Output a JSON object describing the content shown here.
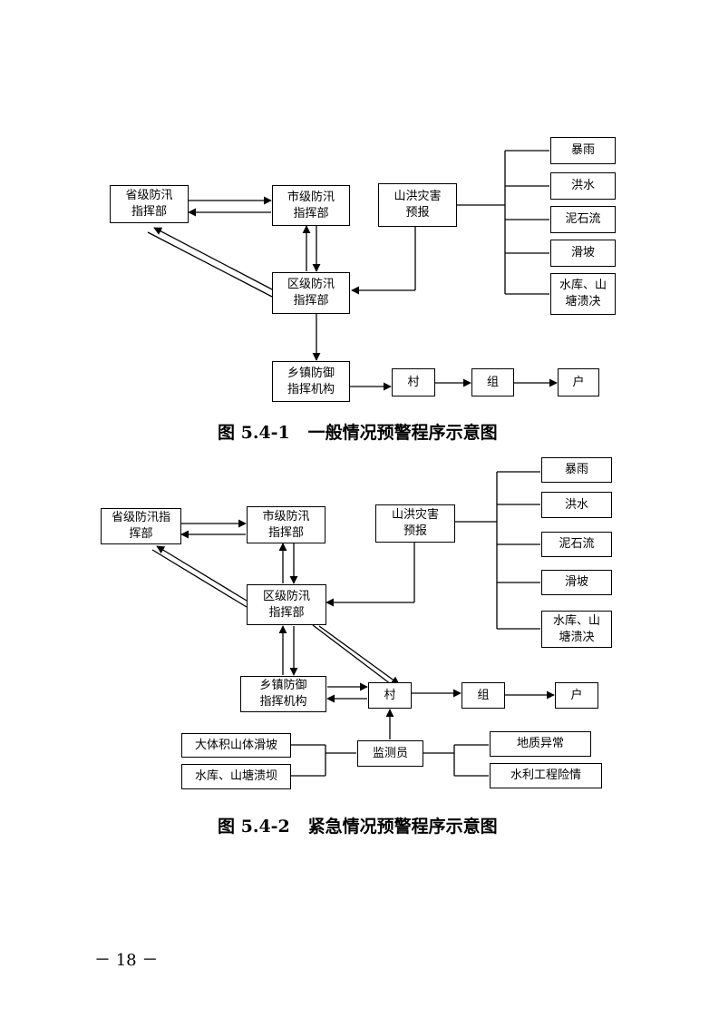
{
  "figure1": {
    "caption": "图 5.4-1   一般情况预警程序示意图",
    "nodes": {
      "province": "省级防汛\n指挥部",
      "city": "市级防汛\n指挥部",
      "district": "区级防汛\n指挥部",
      "town": "乡镇防御\n指挥机构",
      "village": "村",
      "group": "组",
      "household": "户",
      "forecast": "山洪灾害\n预报",
      "rainstorm": "暴雨",
      "flood": "洪水",
      "debris": "泥石流",
      "landslide": "滑坡",
      "reservoir": "水库、山\n塘溃决"
    }
  },
  "figure2": {
    "caption": "图 5.4-2   紧急情况预警程序示意图",
    "nodes": {
      "province": "省级防汛指\n挥部",
      "city": "市级防汛\n指挥部",
      "district": "区级防汛\n指挥部",
      "town": "乡镇防御\n指挥机构",
      "village": "村",
      "group": "组",
      "household": "户",
      "forecast": "山洪灾害\n预报",
      "rainstorm": "暴雨",
      "flood": "洪水",
      "debris": "泥石流",
      "landslide": "滑坡",
      "reservoir": "水库、山\n塘溃决",
      "monitor": "监测员",
      "big_landslide": "大体积山体滑坡",
      "dam_break": "水库、山塘溃坝",
      "geo_anomaly": "地质异常",
      "water_danger": "水利工程险情"
    }
  },
  "page_number": "－ 18 －"
}
